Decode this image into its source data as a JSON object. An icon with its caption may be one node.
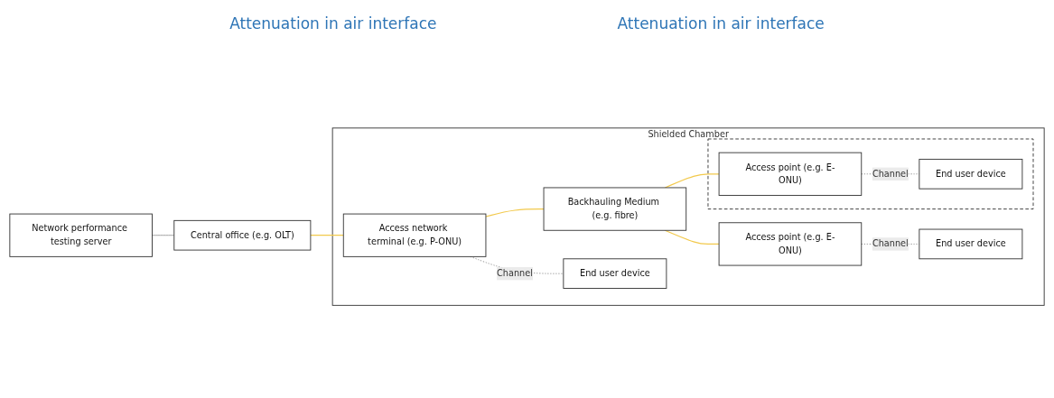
{
  "diagram": {
    "nodes": [
      {
        "text": [
          "Network performance testing server"
        ]
      },
      {
        "text": [
          "Central office (e.g. OLT)"
        ]
      },
      {
        "text": [
          "Shielded Chamber"
        ]
      },
      {
        "text": [
          "Access network terminal (e.g. P-ONU)"
        ],
        "in": 2
      },
      {
        "text": [
          "Backhauling Medium (e.g. fibre)"
        ],
        "in": 2
      },
      {
        "text": [
          "End user device"
        ],
        "in": 2
      },
      {
        "text": [
          "Access point (e.g. E-ONU)"
        ],
        "in": 2
      },
      {
        "text": [
          "End user device"
        ],
        "in": 2
      },
      {
        "text": [],
        "shape": "box",
        "in": 2
      },
      {
        "text": [
          "Access point (e.g. E-ONU)"
        ],
        "in": 8
      },
      {
        "text": [
          "End user device"
        ],
        "in": 8
      }
    ],
    "edges": [
      {
        "from": 0,
        "to": 1,
        "arrow": "none"
      },
      {
        "from": 1,
        "to": 3,
        "arrow": "none",
        "color": "#f2c94c"
      },
      {
        "from": 3,
        "to": 4,
        "arrow": "none",
        "color": "#f2c94c"
      },
      {
        "from": 4,
        "to": 6,
        "arrow": "none",
        "color": "#f2c94c"
      },
      {
        "from": 4,
        "to": 9,
        "arrow": "none",
        "color": "#f2c94c"
      },
      {
        "from": 3,
        "to": 5,
        "arrow": "none",
        "style": "dashed",
        "label": "Channel",
        "color": "#888888"
      },
      {
        "from": 6,
        "to": 7,
        "arrow": "none",
        "style": "dashed",
        "label": "Channel",
        "color": "#888888"
      },
      {
        "from": 9,
        "to": 10,
        "arrow": "none",
        "style": "dashed",
        "label": "Channel",
        "color": "#888888"
      }
    ],
    "labels": [
      "Attenuation in air interface",
      "Attenuation in air interface"
    ]
  }
}
